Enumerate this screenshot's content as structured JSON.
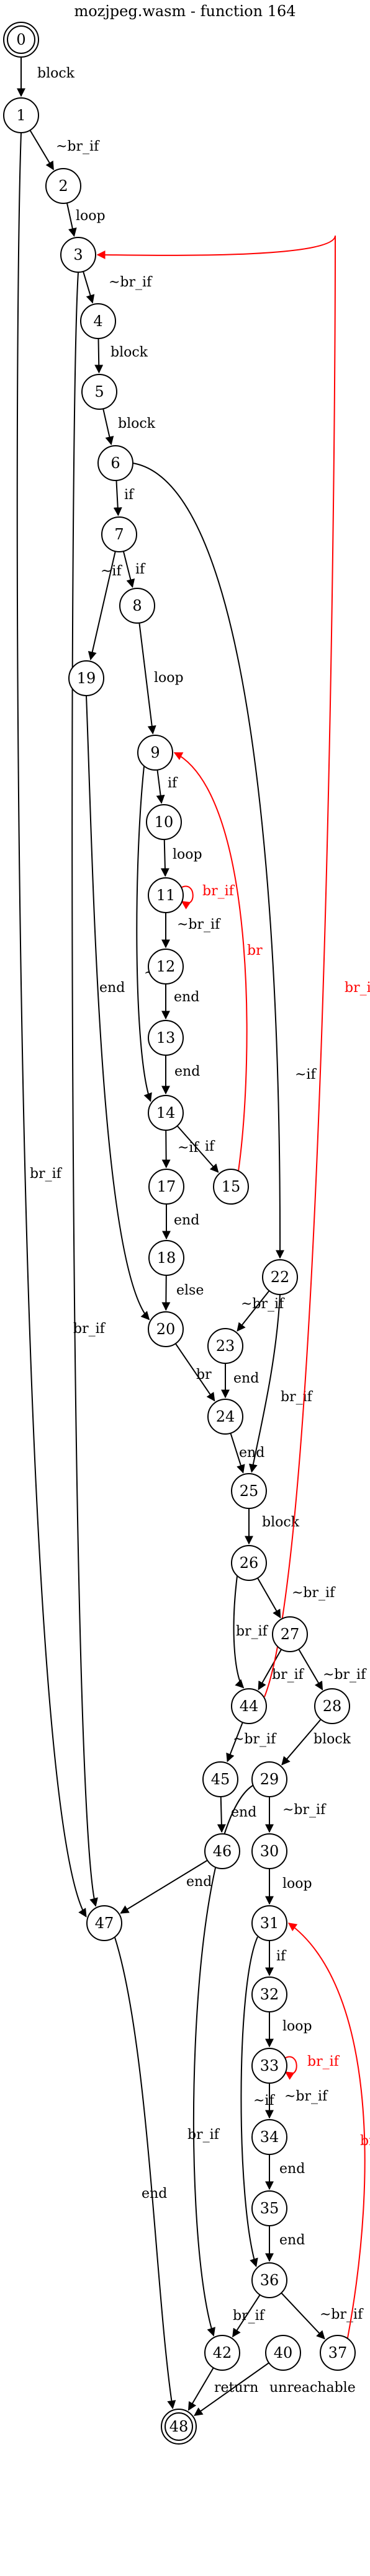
{
  "title": "mozjpeg.wasm - function 164",
  "colors": {
    "normal": "#000000",
    "back_edge": "#ff0000"
  },
  "nodes": [
    {
      "id": "0",
      "label": "0",
      "terminal": true
    },
    {
      "id": "1",
      "label": "1"
    },
    {
      "id": "2",
      "label": "2"
    },
    {
      "id": "3",
      "label": "3"
    },
    {
      "id": "4",
      "label": "4"
    },
    {
      "id": "5",
      "label": "5"
    },
    {
      "id": "6",
      "label": "6"
    },
    {
      "id": "7",
      "label": "7"
    },
    {
      "id": "8",
      "label": "8"
    },
    {
      "id": "19",
      "label": "19"
    },
    {
      "id": "9",
      "label": "9"
    },
    {
      "id": "10",
      "label": "10"
    },
    {
      "id": "11",
      "label": "11"
    },
    {
      "id": "12",
      "label": "12"
    },
    {
      "id": "13",
      "label": "13"
    },
    {
      "id": "14",
      "label": "14"
    },
    {
      "id": "15",
      "label": "15"
    },
    {
      "id": "17",
      "label": "17"
    },
    {
      "id": "18",
      "label": "18"
    },
    {
      "id": "20",
      "label": "20"
    },
    {
      "id": "22",
      "label": "22"
    },
    {
      "id": "23",
      "label": "23"
    },
    {
      "id": "24",
      "label": "24"
    },
    {
      "id": "25",
      "label": "25"
    },
    {
      "id": "26",
      "label": "26"
    },
    {
      "id": "27",
      "label": "27"
    },
    {
      "id": "44",
      "label": "44"
    },
    {
      "id": "28",
      "label": "28"
    },
    {
      "id": "45",
      "label": "45"
    },
    {
      "id": "29",
      "label": "29"
    },
    {
      "id": "46",
      "label": "46"
    },
    {
      "id": "30",
      "label": "30"
    },
    {
      "id": "47",
      "label": "47"
    },
    {
      "id": "31",
      "label": "31"
    },
    {
      "id": "32",
      "label": "32"
    },
    {
      "id": "33",
      "label": "33"
    },
    {
      "id": "34",
      "label": "34"
    },
    {
      "id": "35",
      "label": "35"
    },
    {
      "id": "36",
      "label": "36"
    },
    {
      "id": "42",
      "label": "42"
    },
    {
      "id": "40",
      "label": "40"
    },
    {
      "id": "37",
      "label": "37"
    },
    {
      "id": "48",
      "label": "48",
      "terminal": true
    }
  ],
  "edges": [
    {
      "from": "0",
      "to": "1",
      "label": "block"
    },
    {
      "from": "1",
      "to": "2",
      "label": "~br_if"
    },
    {
      "from": "1",
      "to": "47",
      "label": "br_if"
    },
    {
      "from": "2",
      "to": "3",
      "label": "loop"
    },
    {
      "from": "3",
      "to": "4",
      "label": "~br_if"
    },
    {
      "from": "3",
      "to": "47",
      "label": "br_if"
    },
    {
      "from": "4",
      "to": "5",
      "label": "block"
    },
    {
      "from": "5",
      "to": "6",
      "label": "block"
    },
    {
      "from": "6",
      "to": "7",
      "label": "if"
    },
    {
      "from": "6",
      "to": "22",
      "label": "~if"
    },
    {
      "from": "7",
      "to": "19",
      "label": "~if"
    },
    {
      "from": "7",
      "to": "8",
      "label": "if"
    },
    {
      "from": "8",
      "to": "9",
      "label": "loop"
    },
    {
      "from": "19",
      "to": "20",
      "label": "end"
    },
    {
      "from": "9",
      "to": "10",
      "label": "if"
    },
    {
      "from": "9",
      "to": "14",
      "label": "~if"
    },
    {
      "from": "10",
      "to": "11",
      "label": "loop"
    },
    {
      "from": "11",
      "to": "11",
      "label": "br_if",
      "back": true
    },
    {
      "from": "11",
      "to": "12",
      "label": "~br_if"
    },
    {
      "from": "12",
      "to": "13",
      "label": "end"
    },
    {
      "from": "13",
      "to": "14",
      "label": "end"
    },
    {
      "from": "14",
      "to": "17",
      "label": "~if"
    },
    {
      "from": "14",
      "to": "15",
      "label": "if"
    },
    {
      "from": "15",
      "to": "9",
      "label": "br",
      "back": true
    },
    {
      "from": "17",
      "to": "18",
      "label": "end"
    },
    {
      "from": "18",
      "to": "20",
      "label": "else"
    },
    {
      "from": "20",
      "to": "24",
      "label": "br"
    },
    {
      "from": "22",
      "to": "23",
      "label": "~br_if"
    },
    {
      "from": "22",
      "to": "25",
      "label": "br_if"
    },
    {
      "from": "23",
      "to": "24",
      "label": "end"
    },
    {
      "from": "24",
      "to": "25",
      "label": "end"
    },
    {
      "from": "25",
      "to": "26",
      "label": "block"
    },
    {
      "from": "26",
      "to": "27",
      "label": "~br_if"
    },
    {
      "from": "26",
      "to": "44",
      "label": "br_if"
    },
    {
      "from": "27",
      "to": "44",
      "label": "br_if"
    },
    {
      "from": "27",
      "to": "28",
      "label": "~br_if"
    },
    {
      "from": "44",
      "to": "3",
      "label": "br_if",
      "back": true
    },
    {
      "from": "44",
      "to": "45",
      "label": "~br_if"
    },
    {
      "from": "28",
      "to": "29",
      "label": "block"
    },
    {
      "from": "45",
      "to": "46",
      "label": "end"
    },
    {
      "from": "29",
      "to": "30",
      "label": "~br_if"
    },
    {
      "from": "29",
      "to": "42",
      "label": "br_if"
    },
    {
      "from": "46",
      "to": "47",
      "label": "end"
    },
    {
      "from": "30",
      "to": "31",
      "label": "loop"
    },
    {
      "from": "47",
      "to": "48",
      "label": "end"
    },
    {
      "from": "31",
      "to": "32",
      "label": "if"
    },
    {
      "from": "31",
      "to": "36",
      "label": "~if"
    },
    {
      "from": "32",
      "to": "33",
      "label": "loop"
    },
    {
      "from": "33",
      "to": "33",
      "label": "br_if",
      "back": true
    },
    {
      "from": "33",
      "to": "34",
      "label": "~br_if"
    },
    {
      "from": "34",
      "to": "35",
      "label": "end"
    },
    {
      "from": "35",
      "to": "36",
      "label": "end"
    },
    {
      "from": "36",
      "to": "42",
      "label": "br_if"
    },
    {
      "from": "36",
      "to": "37",
      "label": "~br_if"
    },
    {
      "from": "37",
      "to": "31",
      "label": "br",
      "back": true
    },
    {
      "from": "42",
      "to": "48",
      "label": "return"
    },
    {
      "from": "40",
      "to": "48",
      "label": "unreachable"
    }
  ]
}
